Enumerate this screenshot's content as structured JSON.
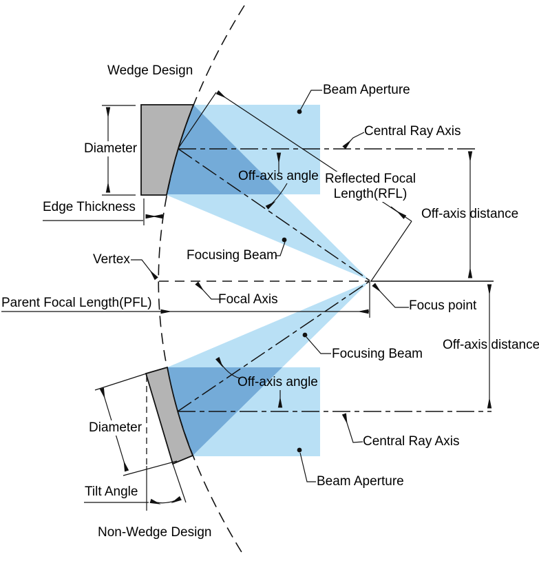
{
  "diagram": {
    "titles": {
      "wedge": "Wedge Design",
      "non_wedge": "Non-Wedge Design"
    },
    "labels": {
      "beam_aperture_top": "Beam Aperture",
      "central_ray_axis_top": "Central Ray Axis",
      "diameter_top": "Diameter",
      "off_axis_angle_top": "Off-axis angle",
      "reflected_focal_length": "Reflected Focal\nLength(RFL)",
      "off_axis_distance_top": "Off-axis distance",
      "edge_thickness": "Edge Thickness",
      "focusing_beam_top": "Focusing Beam",
      "vertex": "Vertex",
      "focal_axis": "Focal Axis",
      "parent_focal_length": "Parent Focal Length(PFL)",
      "focus_point": "Focus point",
      "focusing_beam_bottom": "Focusing Beam",
      "off_axis_distance_bottom": "Off-axis distance",
      "off_axis_angle_bottom": "Off-axis angle",
      "diameter_bottom": "Diameter",
      "central_ray_axis_bottom": "Central Ray Axis",
      "beam_aperture_bottom": "Beam Aperture",
      "tilt_angle": "Tilt Angle"
    },
    "colors": {
      "beam_light": "#b9e0f5",
      "beam_overlap": "#74abd8",
      "mirror_gray": "#b4b4b4",
      "line": "#111111",
      "background": "#ffffff"
    }
  }
}
